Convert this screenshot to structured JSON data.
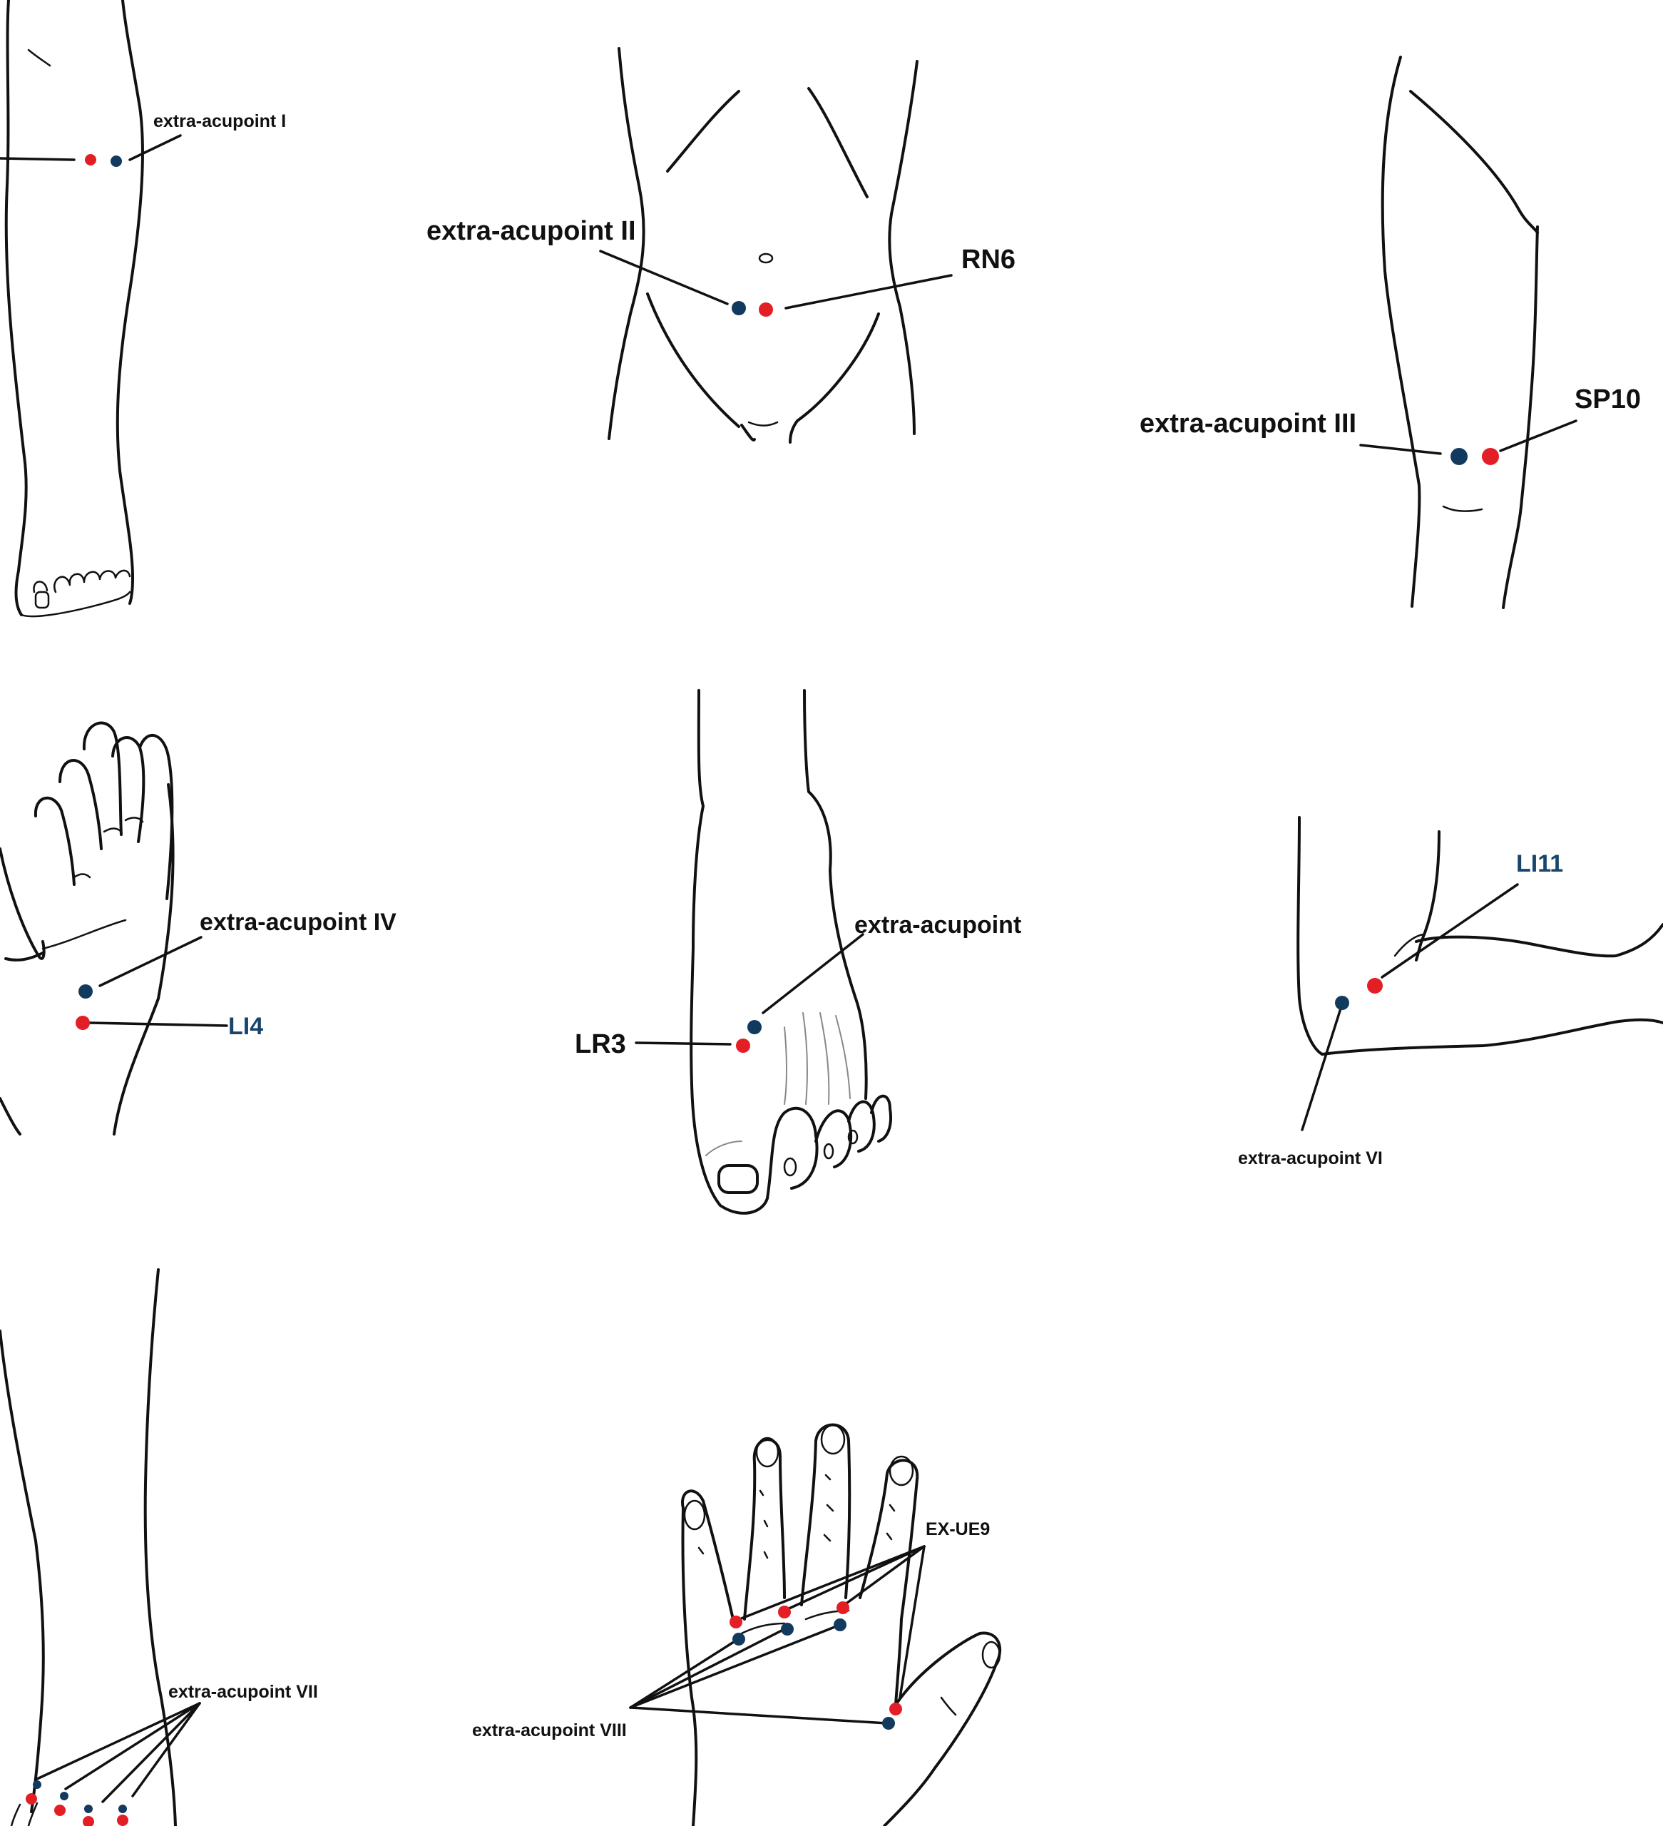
{
  "colors": {
    "traditional_point": "#e31e24",
    "extra_point": "#123a5e",
    "blue_label": "#17456b",
    "outline": "#111111"
  },
  "panels": [
    {
      "id": "leg-front",
      "labels": [
        "extra-acupoint I"
      ]
    },
    {
      "id": "abdomen",
      "labels": [
        "extra-acupoint II",
        "RN6"
      ]
    },
    {
      "id": "thigh-knee",
      "labels": [
        "extra-acupoint III",
        "SP10"
      ]
    },
    {
      "id": "hand-thumb",
      "labels": [
        "extra-acupoint IV",
        "LI4"
      ]
    },
    {
      "id": "foot-top",
      "labels": [
        "extra-acupoint",
        "LR3"
      ]
    },
    {
      "id": "elbow",
      "labels": [
        "LI11",
        "extra-acupoint VI"
      ]
    },
    {
      "id": "foot-toes",
      "labels": [
        "extra-acupoint VII"
      ]
    },
    {
      "id": "hand-fingers",
      "labels": [
        "EX-UE9",
        "extra-acupoint VIII"
      ]
    }
  ]
}
